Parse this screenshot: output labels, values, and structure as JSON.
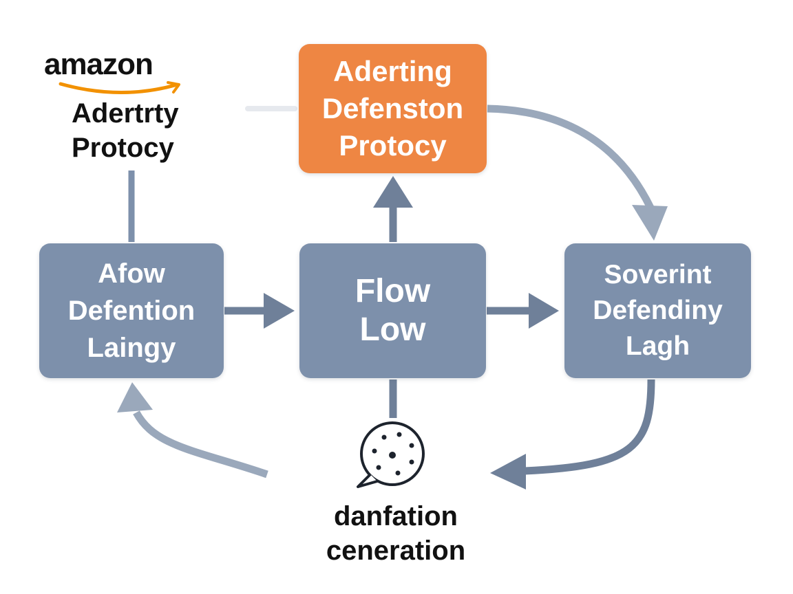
{
  "colors": {
    "box": "#7d90ab",
    "accent_box": "#ee8643",
    "arrow": "#6f8099",
    "arrow_light": "#9aa8bb",
    "text_dark": "#111111",
    "brand_smile": "#f29100"
  },
  "brand": {
    "wordmark": "amazon",
    "title_lines": [
      "Adertrty",
      "Protocy"
    ]
  },
  "nodes": {
    "top": {
      "lines": [
        "Aderting",
        "Defenston",
        "Protocy"
      ]
    },
    "left": {
      "lines": [
        "Afow",
        "Defention",
        "Laingy"
      ]
    },
    "center": {
      "lines": [
        "Flow",
        "Low"
      ]
    },
    "right": {
      "lines": [
        "Soverint",
        "Defendiny",
        "Lagh"
      ]
    },
    "bottom": {
      "icon": "chat-bubble-icon",
      "lines": [
        "danfation",
        "ceneration"
      ]
    }
  }
}
